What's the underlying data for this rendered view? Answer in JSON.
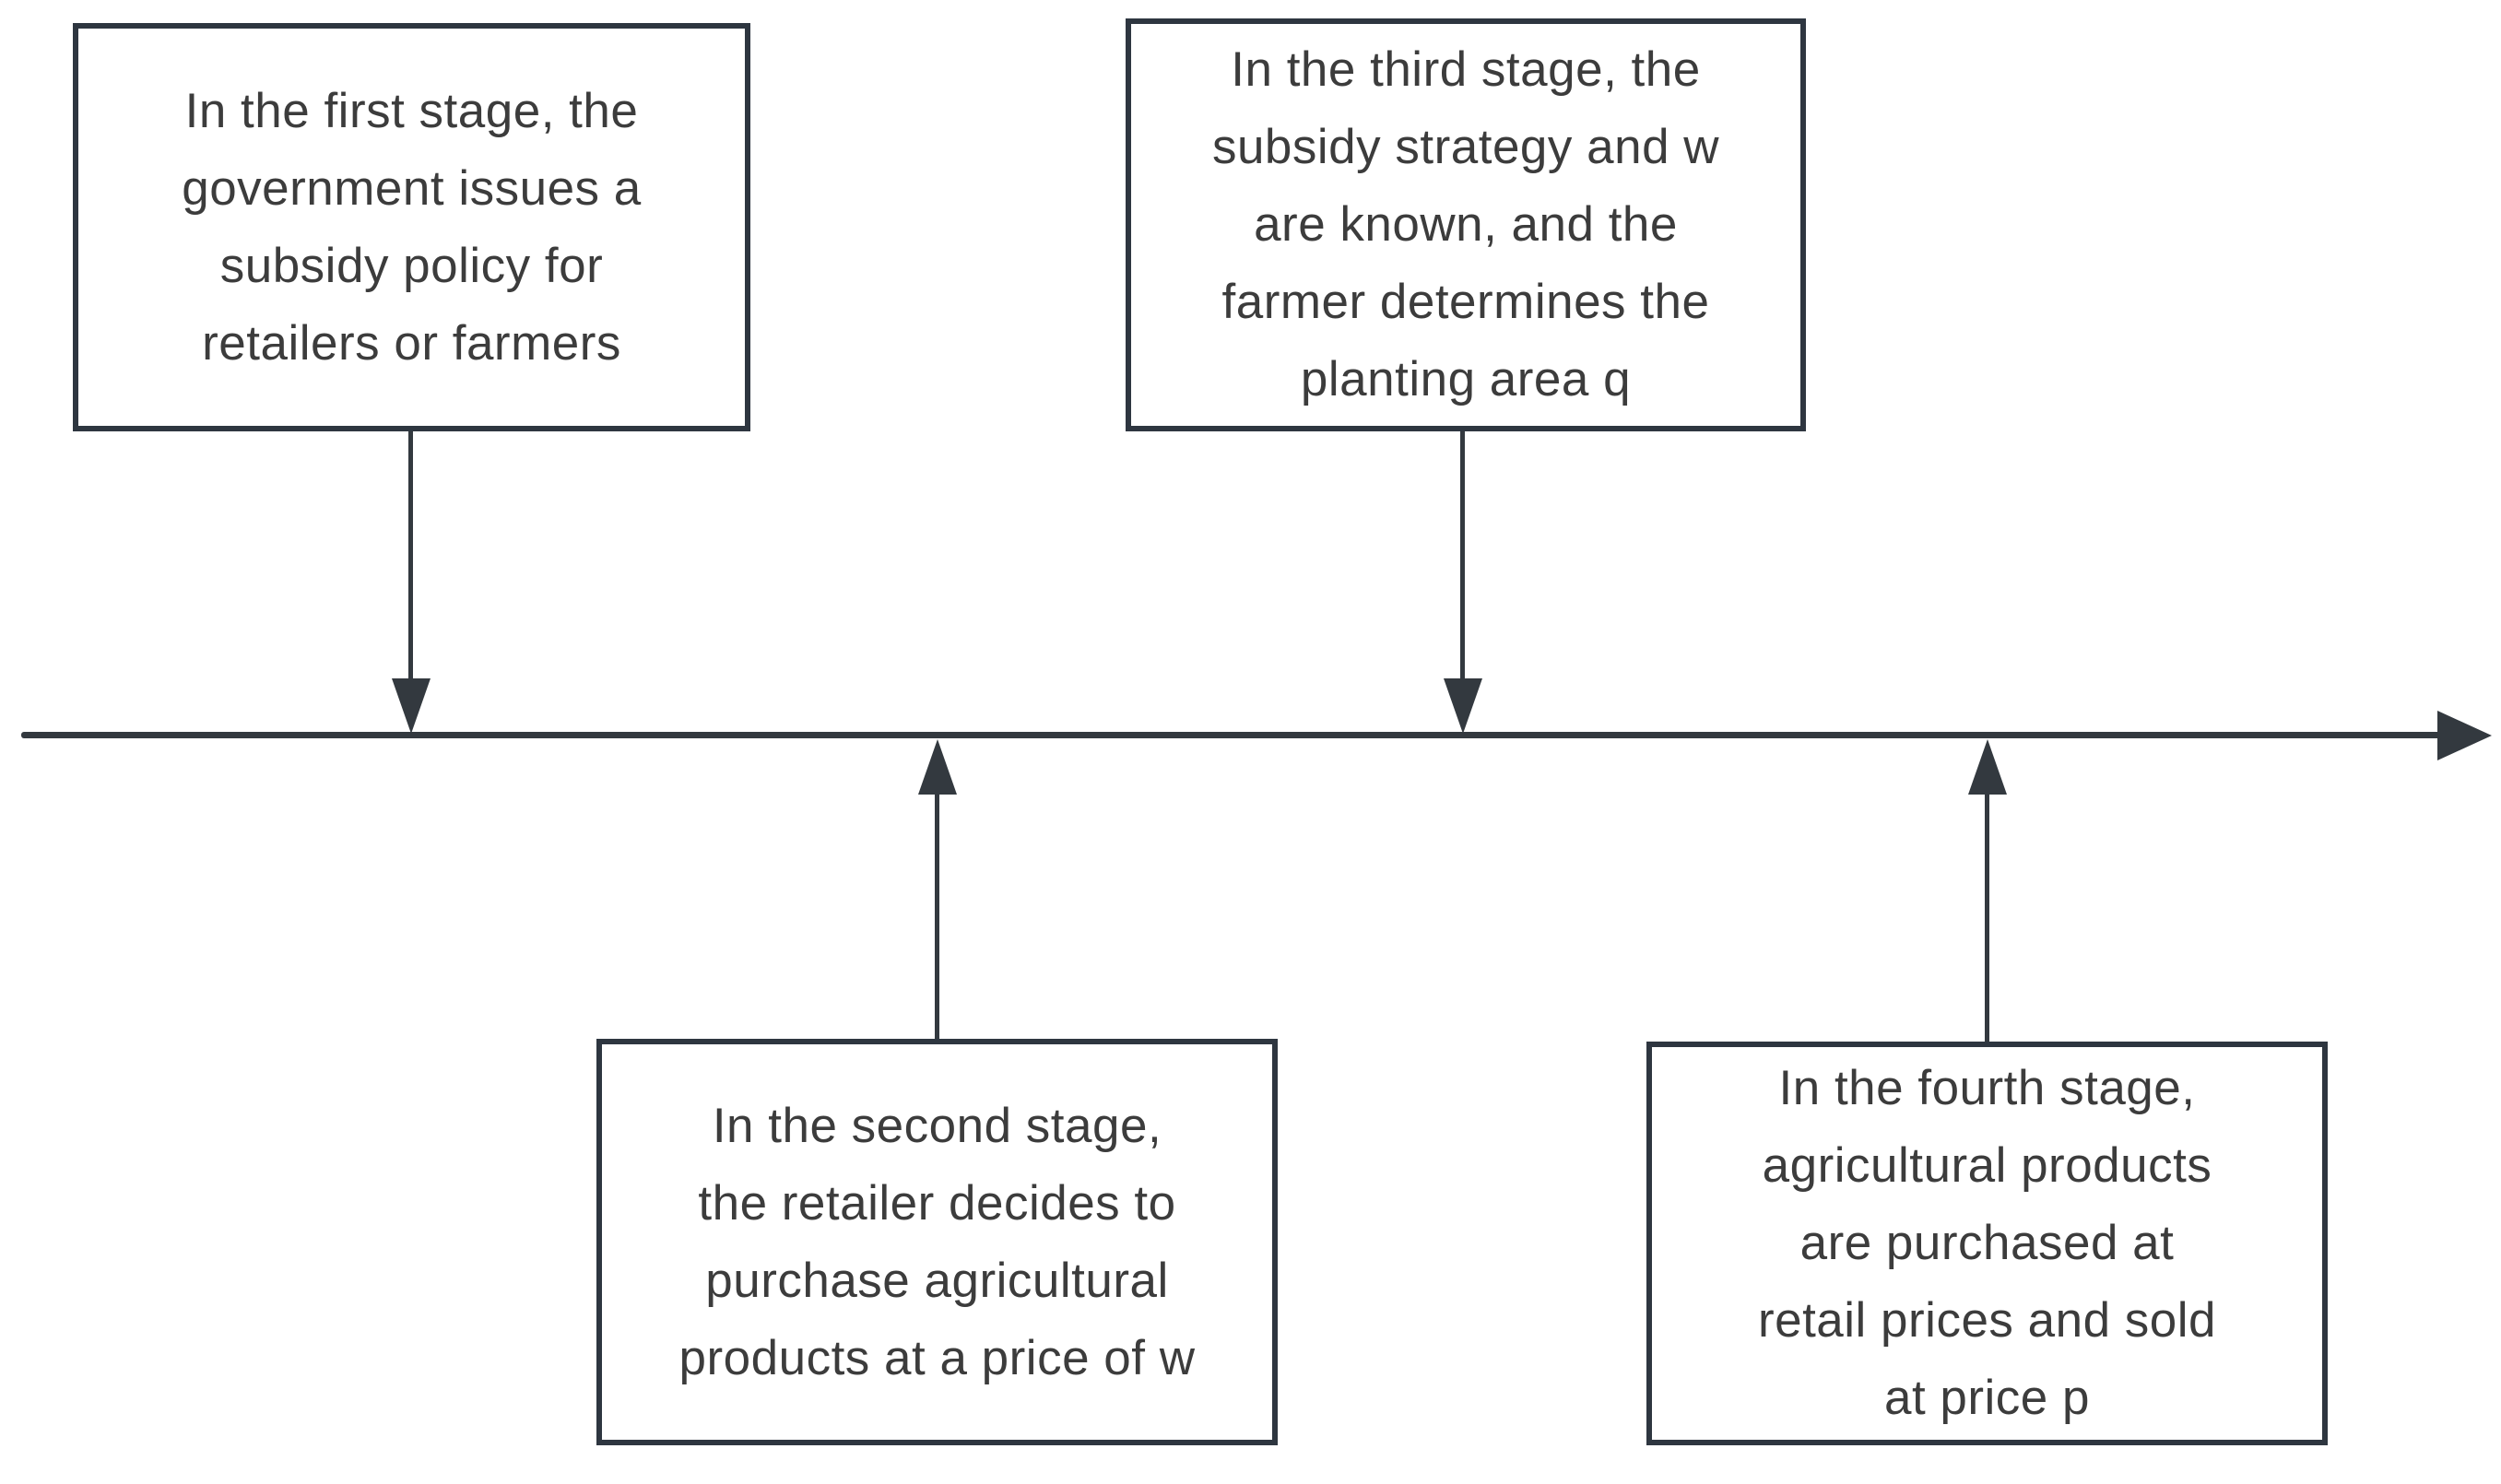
{
  "figure": {
    "type": "timeline-flow-diagram",
    "colors": {
      "background": "#ffffff",
      "box_border": "#2e3640",
      "text": "#3c3c3c",
      "arrow": "#33393f"
    },
    "axis": {
      "orientation": "horizontal",
      "arrow_direction": "right"
    }
  },
  "stages": [
    {
      "id": 1,
      "position": "above-axis",
      "arrow": "down-to-axis",
      "text": "In the first stage, the\ngovernment issues a\nsubsidy policy for\nretailers or farmers"
    },
    {
      "id": 2,
      "position": "below-axis",
      "arrow": "up-to-axis",
      "text": "In the second stage,\nthe retailer decides to\npurchase agricultural\nproducts at a price of w"
    },
    {
      "id": 3,
      "position": "above-axis",
      "arrow": "down-to-axis",
      "text": "In the third stage, the\nsubsidy strategy and w\nare known, and the\nfarmer determines the\nplanting area q"
    },
    {
      "id": 4,
      "position": "below-axis",
      "arrow": "up-to-axis",
      "text": "In the fourth stage,\nagricultural products\nare purchased at\nretail prices and sold\nat price p"
    }
  ]
}
